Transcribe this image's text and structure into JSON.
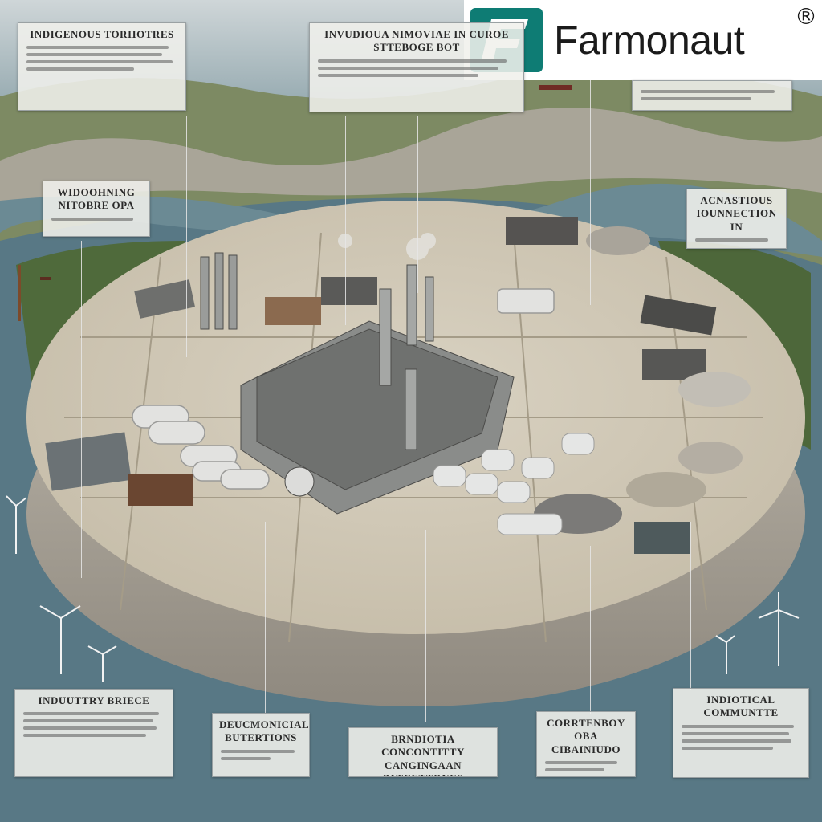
{
  "brand": {
    "name": "Farmonaut",
    "registered_mark": "®",
    "color": "#0e7c74"
  },
  "labels": [
    {
      "id": "top-left",
      "title": "INDIGENOUS TORIIOTRES"
    },
    {
      "id": "top-center",
      "title": "INVUDIOUA NIMOVIAE IN CUROE STTEBOGE BOT"
    },
    {
      "id": "mid-left",
      "title": "WIDOOHNING NITOBRE OPA"
    },
    {
      "id": "mid-right",
      "title": "ACNASTIOUS IOUNNECTION IN"
    },
    {
      "id": "bottom-left",
      "title": "INDUUTTRY BRIECE"
    },
    {
      "id": "bottom-2",
      "title": "DEUCMONICIAL BUTERTIONS"
    },
    {
      "id": "bottom-center",
      "title": "BRNDIOTIA CONCONTITTY CANGINGAAN PATCETTONES"
    },
    {
      "id": "bottom-4",
      "title": "CORRTENBOY OBA CIBAINIUDO"
    },
    {
      "id": "bottom-right",
      "title": "INDIOTICAL COMMUNTTE"
    }
  ]
}
